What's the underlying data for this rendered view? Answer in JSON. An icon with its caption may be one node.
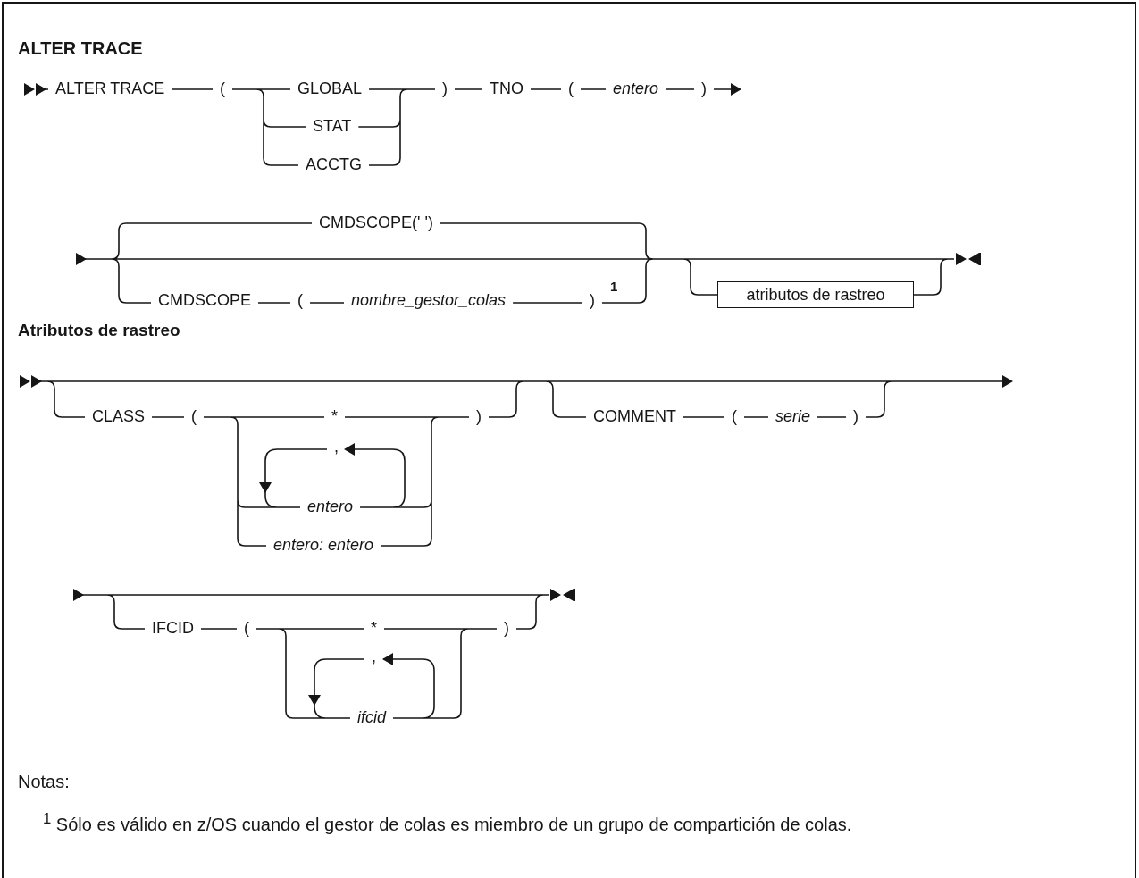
{
  "diagram": {
    "title": "ALTER TRACE",
    "nodes": [
      {
        "text": [
          "atributos de rastreo"
        ]
      }
    ],
    "labels": [
      "ALTER TRACE",
      "(",
      "GLOBAL",
      ")",
      "TNO",
      "(",
      "entero",
      ")",
      "STAT",
      "ACCTG",
      "CMDSCOPE(' ')",
      "CMDSCOPE",
      "(",
      "nombre_gestor_colas",
      ")",
      "1",
      "Atributos de rastreo",
      "CLASS",
      "(",
      "*",
      ")",
      "COMMENT",
      "(",
      "serie",
      ")",
      ",",
      "entero",
      "entero: entero",
      "IFCID",
      "(",
      "*",
      ")",
      ",",
      "ifcid",
      "Notas:",
      "$^{1}$ Sólo es válido en z/OS cuando el gestor de colas es miembro de un grupo de compartición de colas."
    ]
  }
}
